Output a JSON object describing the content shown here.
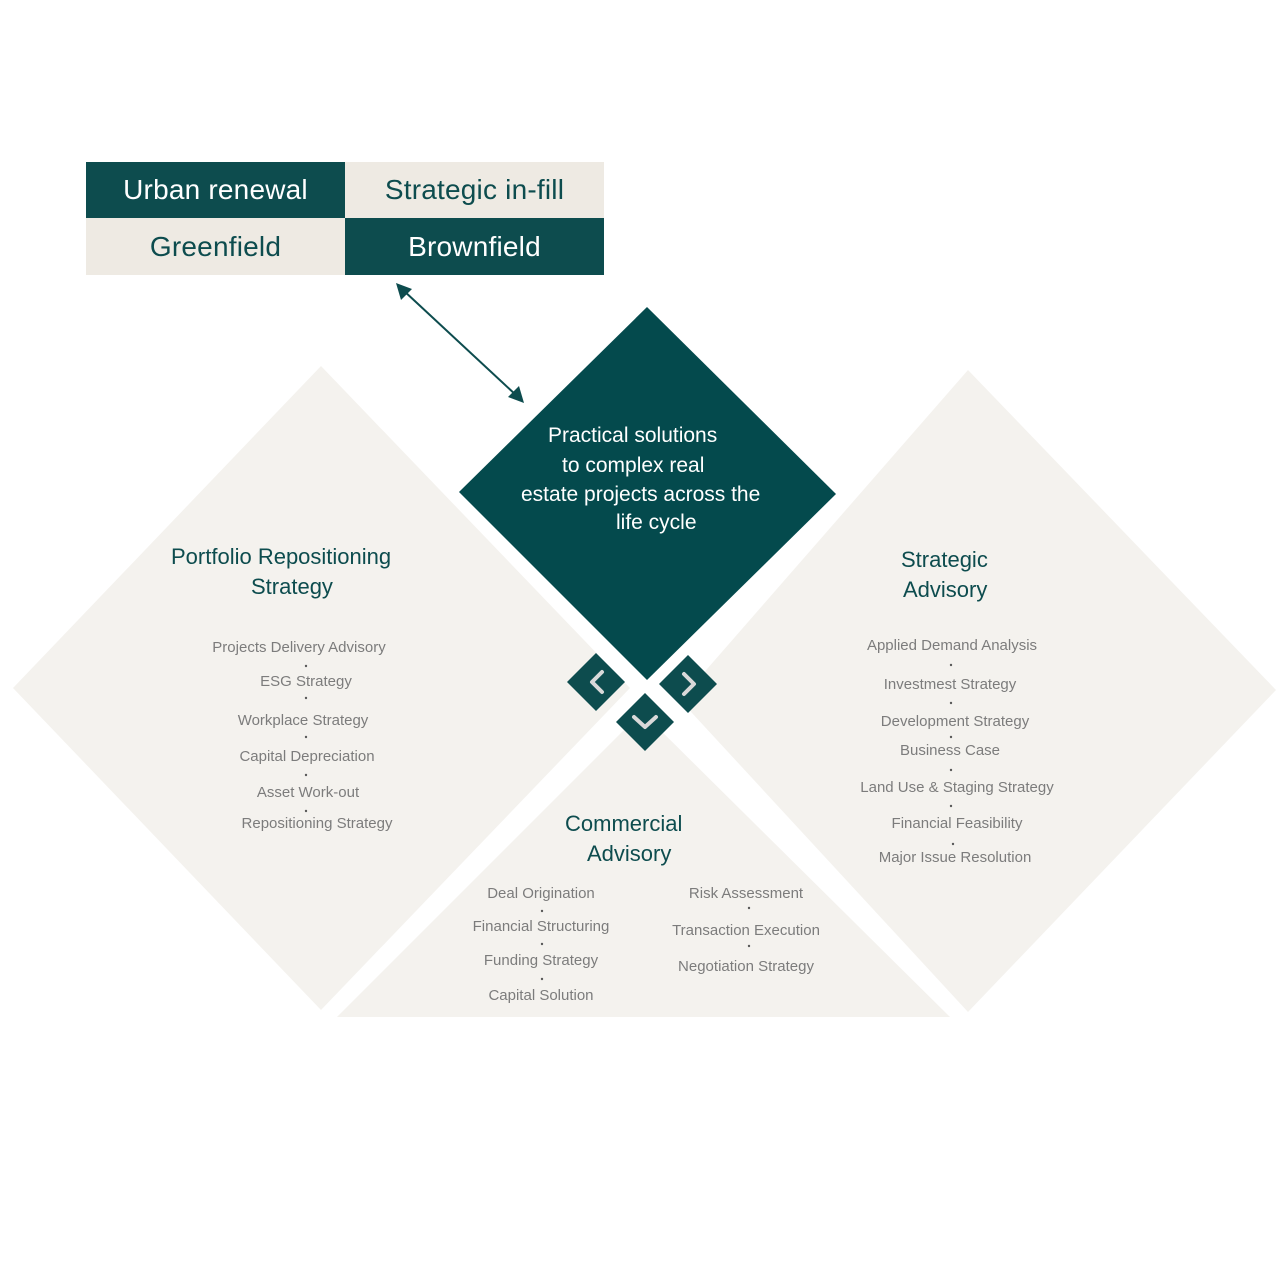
{
  "site_types": {
    "urban_renewal": "Urban renewal",
    "strategic_infill": "Strategic in-fill",
    "greenfield": "Greenfield",
    "brownfield": "Brownfield"
  },
  "center": {
    "lines": [
      "Practical solutions",
      "to complex real",
      "estate projects across the",
      "life cycle"
    ]
  },
  "portfolio": {
    "title_lines": [
      "Portfolio Repositioning",
      "Strategy"
    ],
    "items": [
      "Projects Delivery Advisory",
      "ESG Strategy",
      "Workplace Strategy",
      "Capital Depreciation",
      "Asset Work-out",
      "Repositioning Strategy"
    ]
  },
  "strategic": {
    "title_lines": [
      "Strategic",
      "Advisory"
    ],
    "items": [
      "Applied Demand Analysis",
      "Investmest Strategy",
      "Development Strategy",
      "Business Case",
      "Land Use & Staging Strategy",
      "Financial Feasibility",
      "Major Issue Resolution"
    ]
  },
  "commercial": {
    "title_lines": [
      "Commercial",
      "Advisory"
    ],
    "left_items": [
      "Deal Origination",
      "Financial Structuring",
      "Funding Strategy",
      "Capital Solution"
    ],
    "right_items": [
      "Risk Assessment",
      "Transaction Execution",
      "Negotiation Strategy"
    ]
  },
  "colors": {
    "teal": "#0d4c4e",
    "panel": "#f4f2ee",
    "cell_light": "#eeeae3",
    "item_text": "#7c7c7c"
  },
  "icons": [
    "chevron-left-icon",
    "chevron-right-icon",
    "chevron-down-icon",
    "double-arrow-icon"
  ]
}
